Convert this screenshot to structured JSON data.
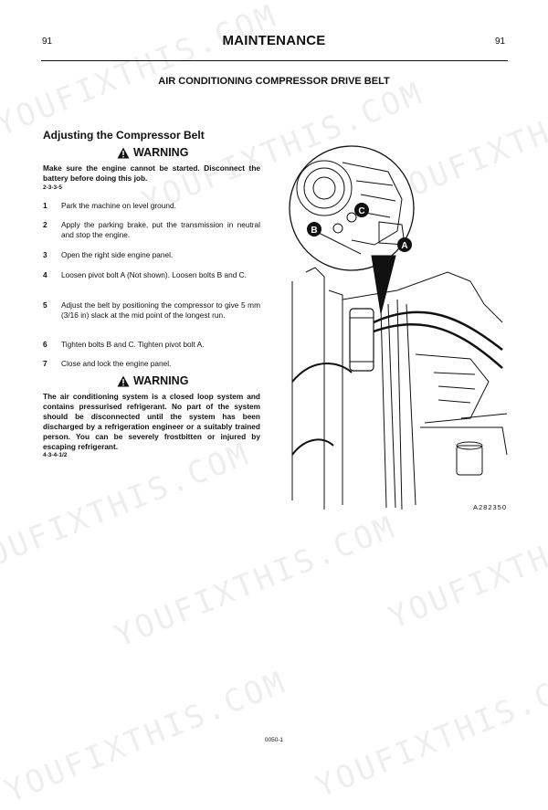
{
  "header": {
    "page_left": "91",
    "title": "MAINTENANCE",
    "page_right": "91"
  },
  "section_title": "AIR CONDITIONING COMPRESSOR DRIVE BELT",
  "subsection_title": "Adjusting the Compressor Belt",
  "warning1": {
    "label": "WARNING",
    "text": "Make sure the engine cannot be started.  Disconnect the battery before doing this job.",
    "code": "2-3-3-5"
  },
  "steps": [
    {
      "num": "1",
      "text": "Park the machine on level ground."
    },
    {
      "num": "2",
      "text": "Apply the parking brake, put the transmission in neutral and stop the engine."
    },
    {
      "num": "3",
      "text": "Open the right side engine panel."
    },
    {
      "num": "4",
      "text": "Loosen pivot bolt A (Not shown). Loosen bolts B and C."
    },
    {
      "num": "5",
      "text": "Adjust the belt by positioning the compressor to give 5 mm (3/16  in) slack at the mid point of the longest run."
    },
    {
      "num": "6",
      "text": "Tighten bolts B and C. Tighten pivot bolt A."
    },
    {
      "num": "7",
      "text": "Close and lock the engine panel."
    }
  ],
  "warning2": {
    "label": "WARNING",
    "text": "The air conditioning system is a closed loop system and contains pressurised refrigerant. No part of the system should be disconnected until the system has been discharged by a refrigeration engineer or a suitably trained person. You can be severely frostbitten or injured by escaping refrigerant.",
    "code": "4-3-4-1/2"
  },
  "figure": {
    "callouts": [
      "A",
      "B",
      "C"
    ],
    "figure_id": "A282350"
  },
  "watermark": "YOUFIXTHIS.COM",
  "footer_code": "0050-1"
}
